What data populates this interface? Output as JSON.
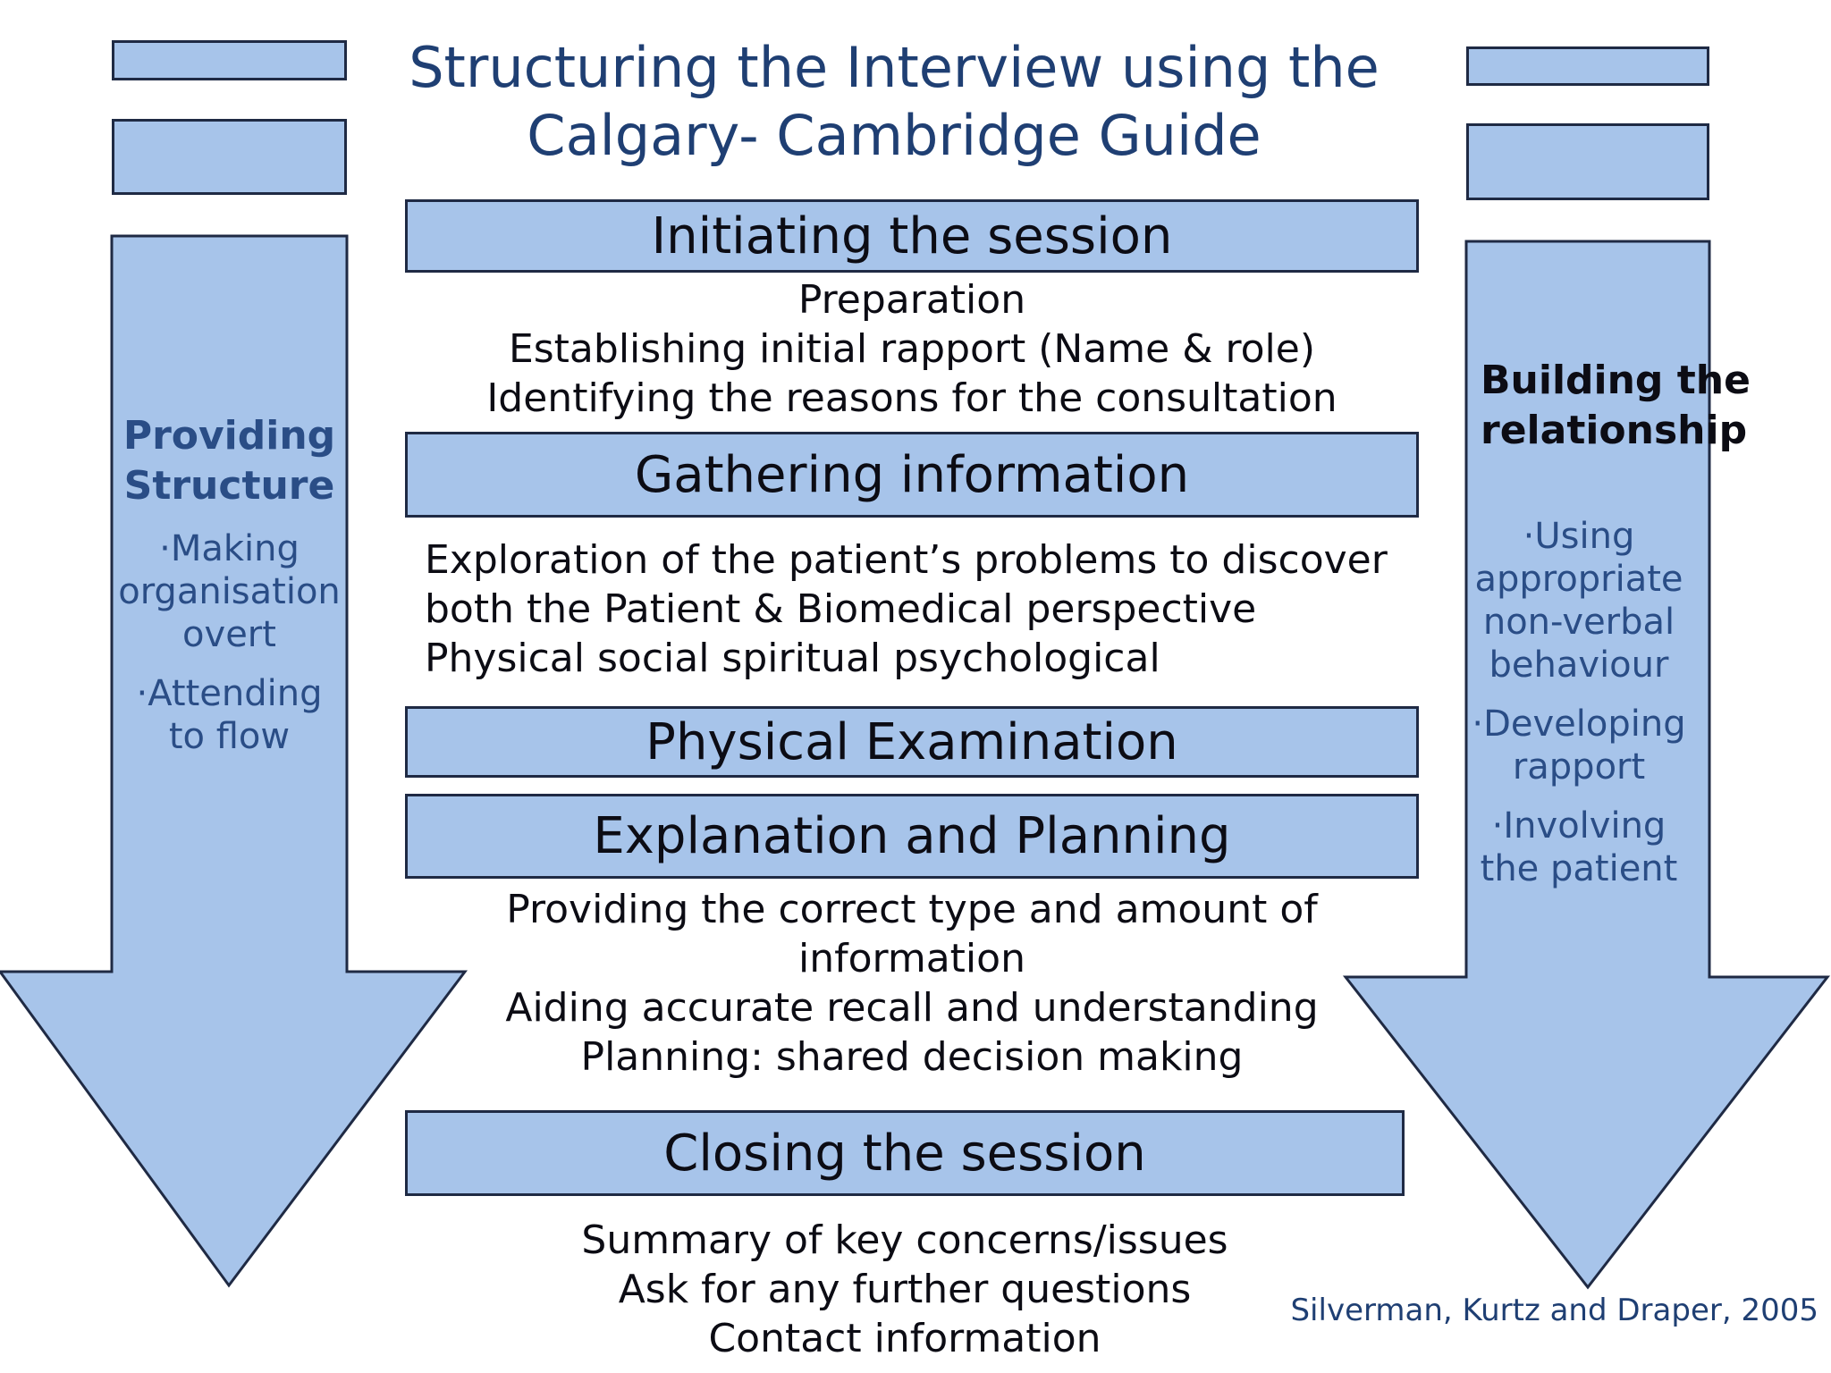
{
  "title_lines": [
    "Structuring the Interview using the",
    "Calgary- Cambridge Guide"
  ],
  "stages": {
    "initiating": {
      "label": "Initiating the session",
      "details": [
        "Preparation",
        "Establishing initial rapport (Name & role)",
        "Identifying the reasons for the consultation"
      ]
    },
    "gathering": {
      "label": "Gathering information",
      "details": [
        "Exploration of the patient’s problems to discover",
        "both the Patient & Biomedical perspective",
        "Physical social spiritual psychological"
      ]
    },
    "physical": {
      "label": "Physical Examination"
    },
    "explanation": {
      "label": "Explanation and Planning",
      "details": [
        "Providing the correct type and amount of",
        "information",
        "Aiding accurate recall and understanding",
        "Planning: shared decision making"
      ]
    },
    "closing": {
      "label": "Closing the session",
      "details": [
        "Summary of key concerns/issues",
        "Ask for any further questions",
        "Contact information"
      ]
    }
  },
  "left_arrow": {
    "heading": [
      "Providing",
      "Structure"
    ],
    "items": [
      [
        "·Making",
        "organisation",
        "overt"
      ],
      [
        "·Attending",
        "to flow"
      ]
    ]
  },
  "right_arrow": {
    "heading": [
      "Building the",
      "relationship"
    ],
    "items": [
      [
        "·Using",
        "appropriate",
        "non-verbal",
        "behaviour"
      ],
      [
        "·Developing",
        "rapport"
      ],
      [
        "·Involving",
        "the patient"
      ]
    ]
  },
  "citation": "Silverman, Kurtz and Draper, 2005",
  "colors": {
    "box_fill": "#a7c4ea",
    "outline": "#1f2a44",
    "title": "#1f3f73",
    "side_text": "#2a4d86"
  }
}
